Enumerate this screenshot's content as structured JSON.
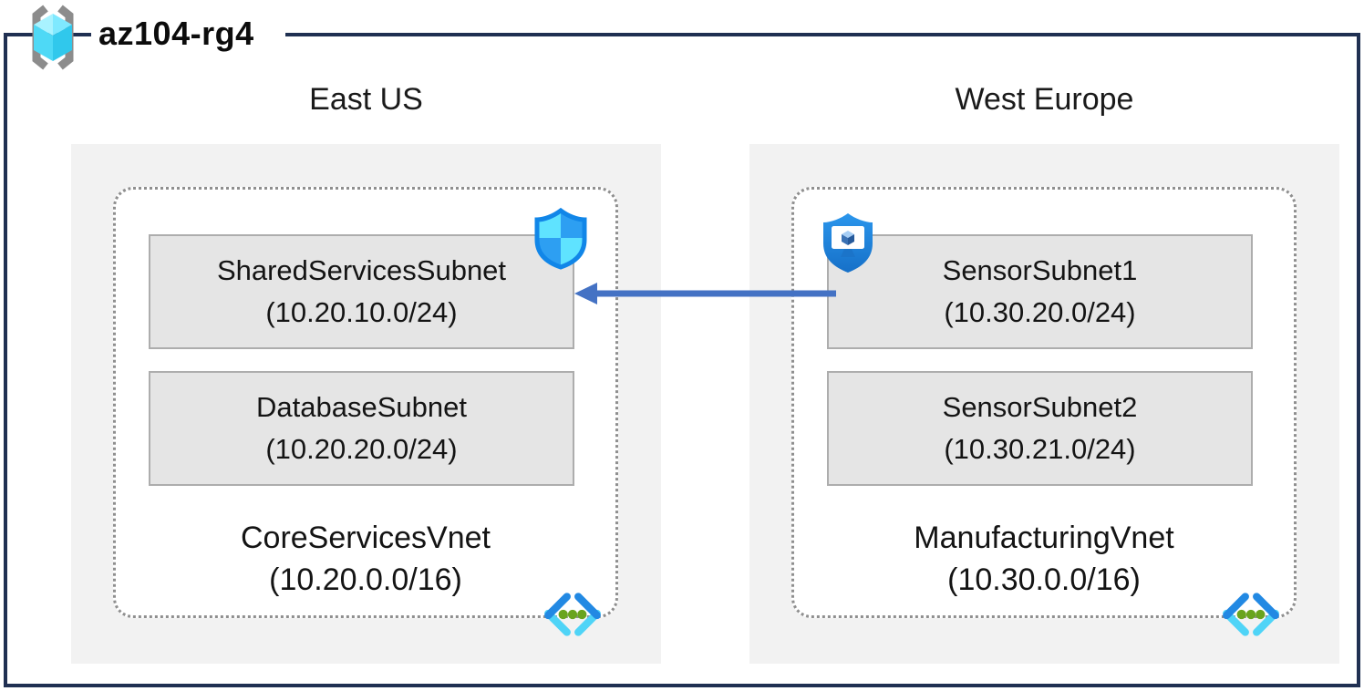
{
  "resource_group": {
    "name": "az104-rg4",
    "icon": "resource-group-icon"
  },
  "regions": [
    {
      "name": "East US",
      "vnet": {
        "name": "CoreServicesVnet",
        "cidr": "(10.20.0.0/16)",
        "icon": "virtual-network-icon",
        "subnets": [
          {
            "name": "SharedServicesSubnet",
            "cidr": "(10.20.10.0/24)",
            "badge_icon": "nsg-shield-icon"
          },
          {
            "name": "DatabaseSubnet",
            "cidr": "(10.20.20.0/24)",
            "badge_icon": null
          }
        ]
      }
    },
    {
      "name": "West Europe",
      "vnet": {
        "name": "ManufacturingVnet",
        "cidr": "(10.30.0.0/16)",
        "icon": "virtual-network-icon",
        "subnets": [
          {
            "name": "SensorSubnet1",
            "cidr": "(10.30.20.0/24)",
            "badge_icon": "asg-shield-icon"
          },
          {
            "name": "SensorSubnet2",
            "cidr": "(10.30.21.0/24)",
            "badge_icon": null
          }
        ]
      }
    }
  ],
  "connection": {
    "type": "arrow",
    "from": "SensorSubnet1",
    "to": "SharedServicesSubnet",
    "direction": "right-to-left",
    "color": "#4472c4"
  },
  "colors": {
    "frame_border": "#203052",
    "region_fill": "#f2f2f2",
    "subnet_fill": "#e5e5e5",
    "subnet_border": "#adadad",
    "vnet_dotted_border": "#8f8f8f",
    "arrow": "#4472c4",
    "shield_light": "#5fe3ff",
    "shield_blue": "#2d9ff2",
    "vnet_icon_green": "#69a41e"
  }
}
